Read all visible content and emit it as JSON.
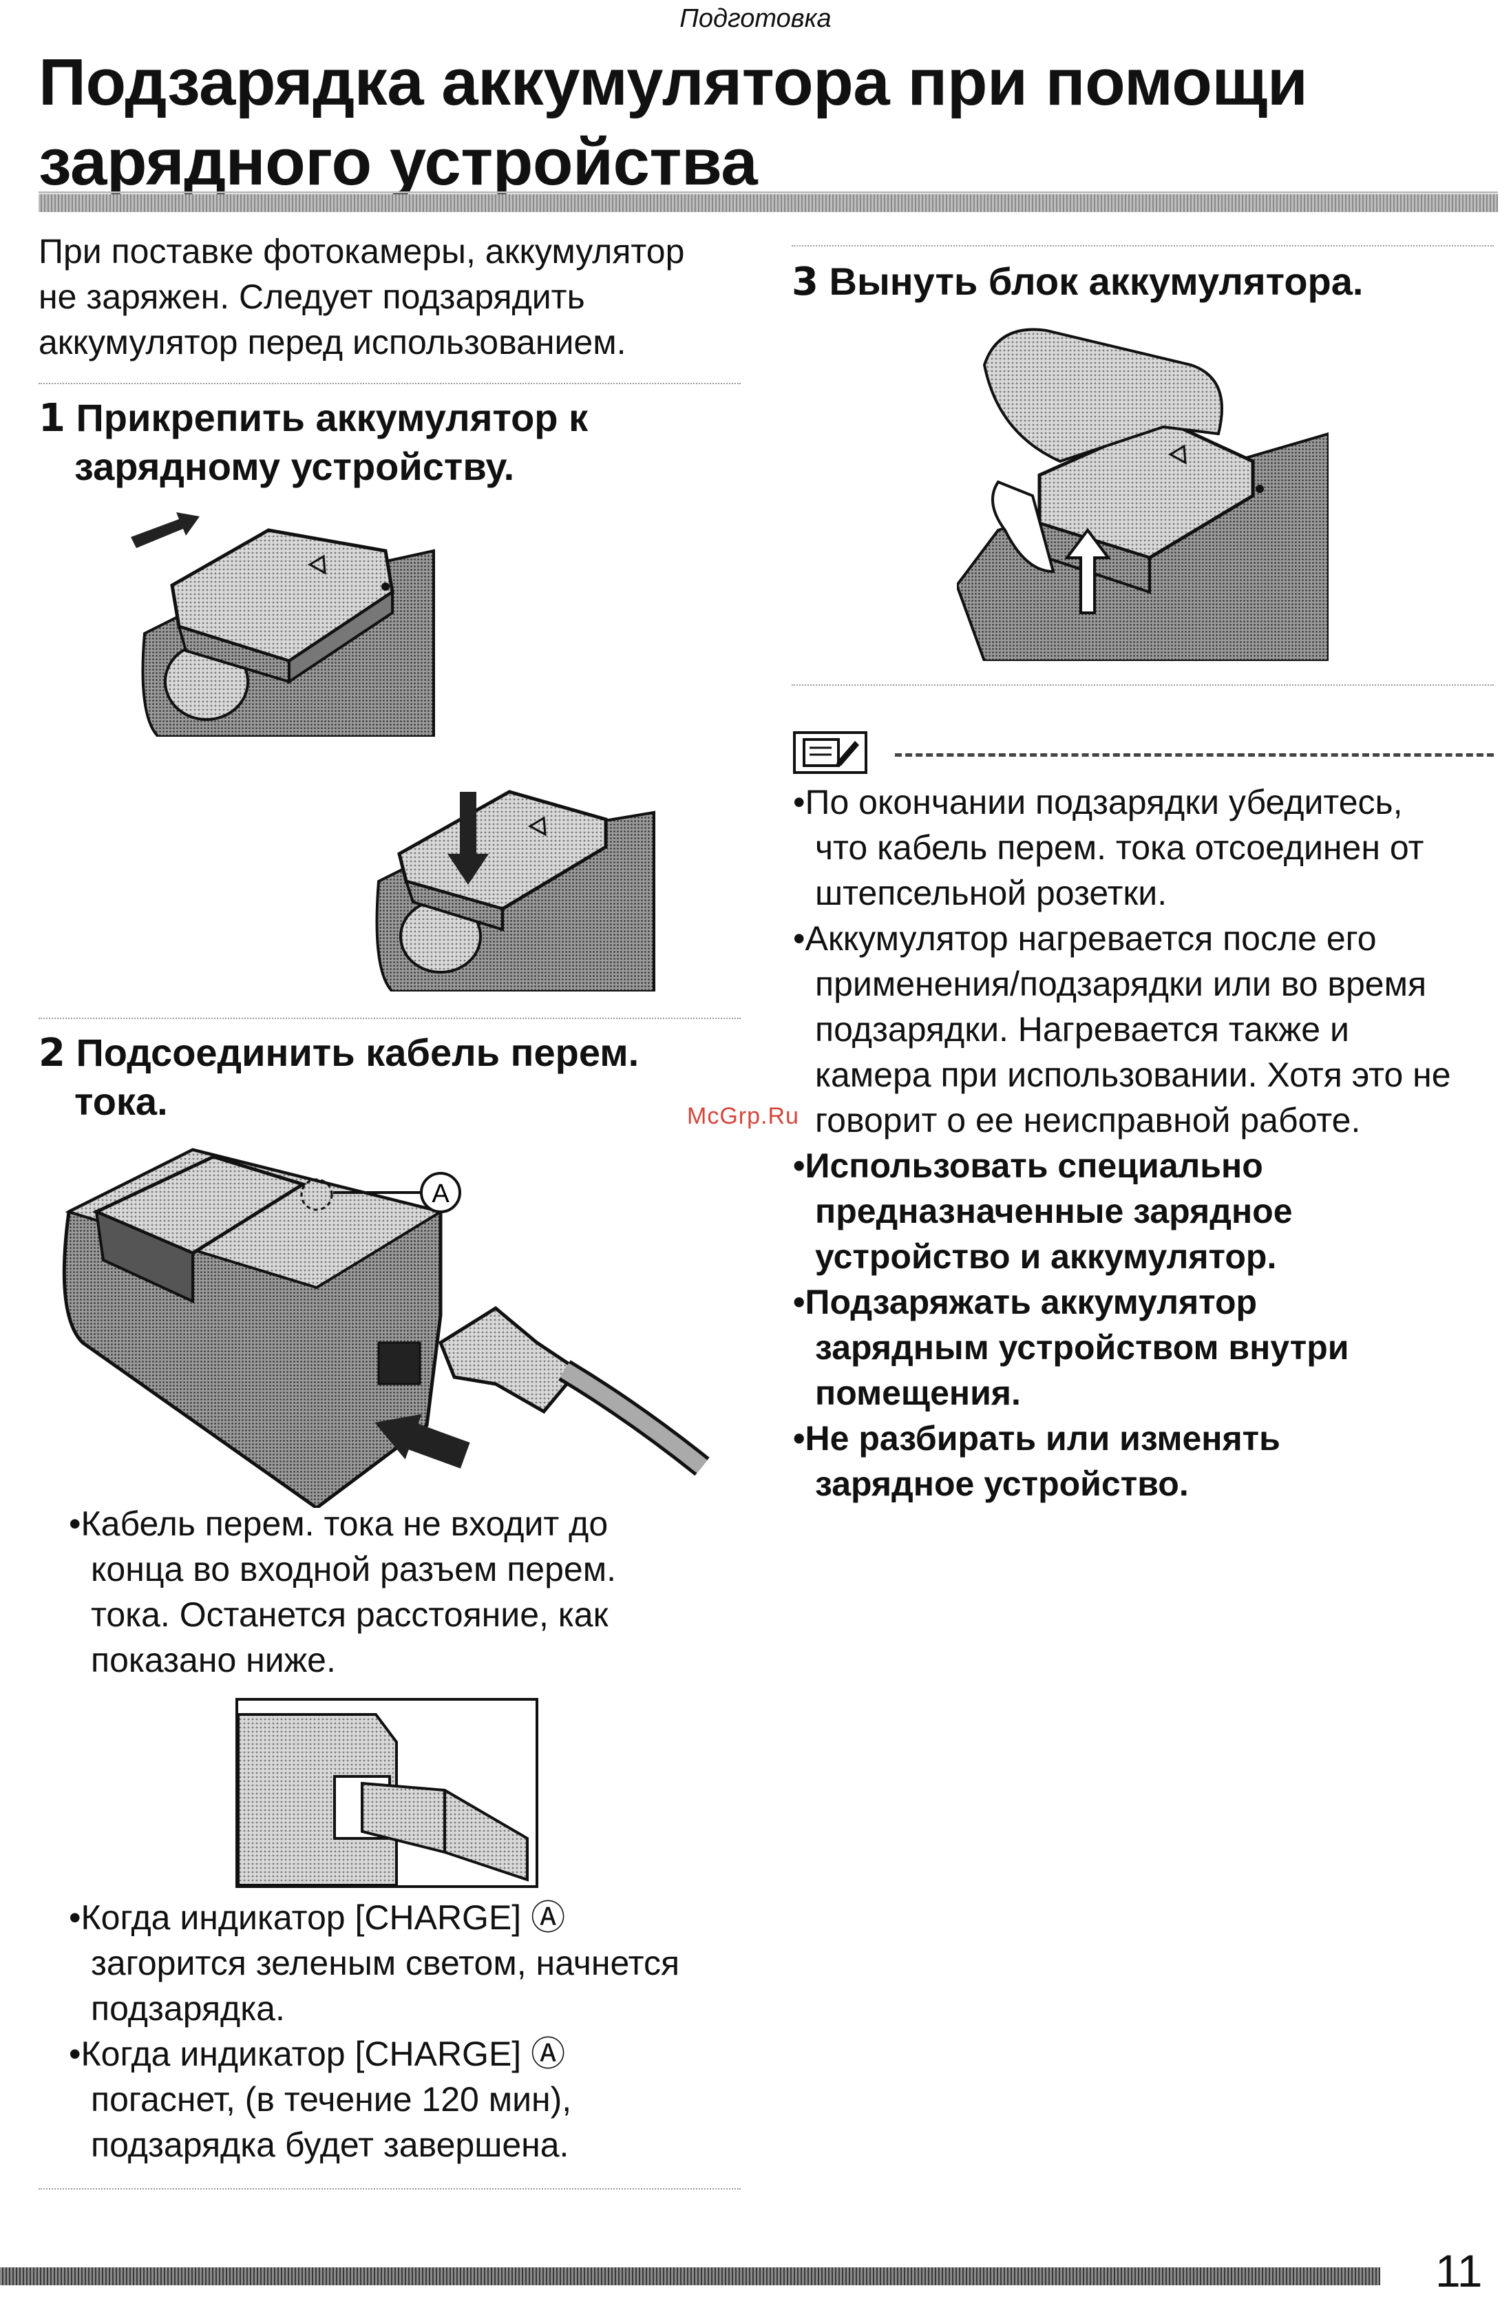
{
  "header": {
    "section": "Подготовка",
    "title_line1": "Подзарядка аккумулятора при помощи",
    "title_line2": "зарядного устройства"
  },
  "intro": "При поставке фотокамеры, аккумулятор не заряжен. Следует подзарядить аккумулятор перед использованием.",
  "intro_lines": [
    "При поставке фотокамеры, аккумулятор",
    "не заряжен. Следует подзарядить",
    "аккумулятор перед использованием."
  ],
  "step1": {
    "num": "1",
    "line1": "Прикрепить аккумулятор к",
    "line2": "зарядному устройству."
  },
  "step2": {
    "num": "2",
    "line1": "Подсоединить кабель перем.",
    "line2": "тока."
  },
  "step3": {
    "num": "3",
    "text": "Вынуть блок аккумулятора."
  },
  "callout": "A",
  "left_bullets": [
    [
      "Кабель перем. тока не входит до",
      "конца во входной разъем перем.",
      "тока. Останется расстояние, как",
      "показано ниже."
    ],
    [
      "Когда индикатор [CHARGE] Ⓐ",
      "загорится зеленым светом, начнется",
      "подзарядка."
    ],
    [
      "Когда индикатор [CHARGE] Ⓐ",
      "погаснет, (в течение 120 мин),",
      "подзарядка будет завершена."
    ]
  ],
  "note_bullets": [
    [
      "По окончании подзарядки убедитесь,",
      "что кабель перем. тока отсоединен от",
      "штепсельной розетки."
    ],
    [
      "Аккумулятор нагревается после его",
      "применения/подзарядки или во время",
      "подзарядки. Нагревается также и",
      "камера при использовании. Хотя это не",
      "говорит о ее неисправной работе."
    ]
  ],
  "warning_bullets": [
    [
      "Использовать специально",
      "предназначенные зарядное",
      "устройство и аккумулятор."
    ],
    [
      "Подзаряжать аккумулятор",
      "зарядным устройством внутри",
      "помещения."
    ],
    [
      "Не разбирать или изменять",
      "зарядное устройство."
    ]
  ],
  "watermark": "McGrp.Ru",
  "page_number": "11",
  "icons": {
    "note": "note-pencil-icon",
    "arrow": "arrow-icon"
  }
}
